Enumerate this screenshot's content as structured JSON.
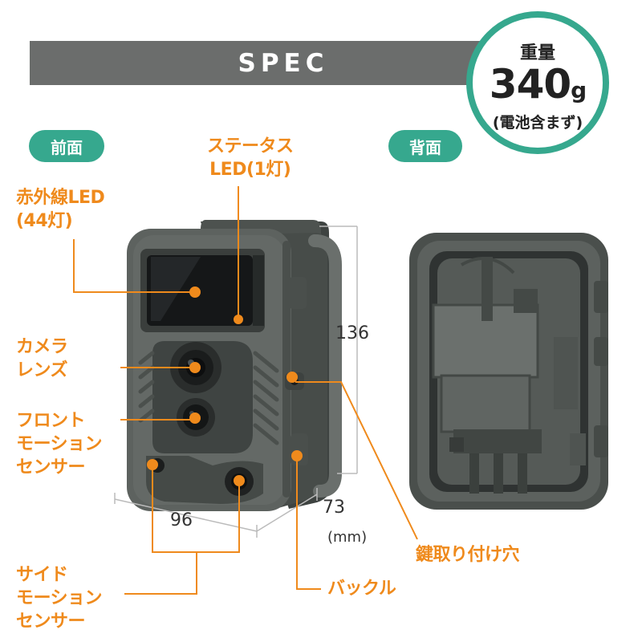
{
  "header": {
    "title": "SPEC"
  },
  "weight": {
    "label": "重量",
    "value": "340",
    "unit": "g",
    "note": "(電池含まず)"
  },
  "views": {
    "front": "前面",
    "back": "背面"
  },
  "callouts": {
    "status_led": "ステータス\nLED(1灯)",
    "ir_led": "赤外線LED\n(44灯)",
    "lens": "カメラ\nレンズ",
    "front_sensor": "フロント\nモーションセンサー",
    "front_sensor_lines": "フロント\nモーション\nセンサー",
    "side_sensor": "サイド\nモーション\nセンサー",
    "buckle": "バックル",
    "key_hole": "鍵取り付け穴"
  },
  "dimensions": {
    "height": "136",
    "width": "96",
    "depth": "73",
    "unit": "(mm)"
  },
  "colors": {
    "accent_green": "#36a88e",
    "callout_orange": "#ef8a1c",
    "bar_gray": "#6b6d6c",
    "device_gray": "#5d625f"
  }
}
